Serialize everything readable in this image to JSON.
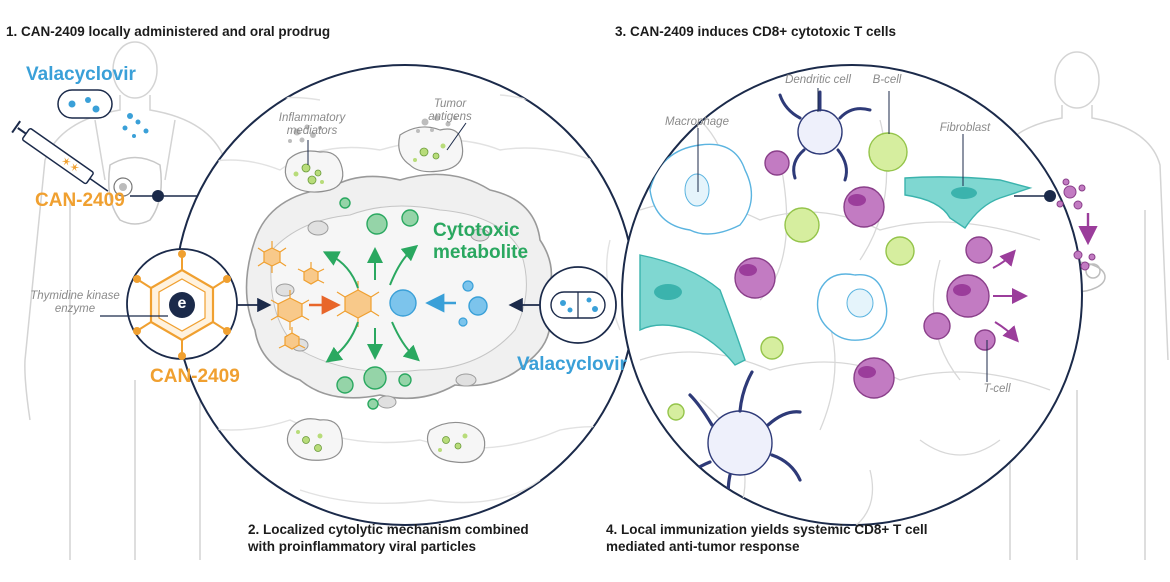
{
  "captions": {
    "step1": "1. CAN-2409 locally administered and oral prodrug",
    "step2_line1": "2. Localized cytolytic mechanism combined",
    "step2_line2": "with proinflammatory viral particles",
    "step3": "3. CAN-2409 induces CD8+ cytotoxic T cells",
    "step4_line1": "4. Local immunization yields systemic CD8+ T cell",
    "step4_line2": "mediated anti-tumor response"
  },
  "labels": {
    "valacyclovir_left": "Valacyclovir",
    "can2409_left": "CAN-2409",
    "thymidine_line1": "Thymidine kinase",
    "thymidine_line2": "enzyme",
    "can2409_bottom": "CAN-2409",
    "inflammatory_line1": "Inflammatory",
    "inflammatory_line2": "mediators",
    "tumor_line1": "Tumor",
    "tumor_line2": "antigens",
    "cytotoxic_line1": "Cytotoxic",
    "cytotoxic_line2": "metabolite",
    "valacyclovir_right": "Valacyclovir",
    "enzyme_letter": "e",
    "dendritic": "Dendritic cell",
    "bcell": "B-cell",
    "macrophage": "Macrophage",
    "fibroblast": "Fibroblast",
    "tcell": "T-cell"
  },
  "colors": {
    "blue": "#3aa0d8",
    "orange": "#f0a030",
    "green": "#2aa860",
    "purple": "#9b3d9b",
    "teal": "#4cc4bd",
    "navy": "#1b2a4a",
    "lime": "#b8dc7a"
  },
  "icons": [
    "pill-icon",
    "syringe-icon",
    "virus-icon",
    "capsule-icon",
    "human-silhouette-icon"
  ]
}
